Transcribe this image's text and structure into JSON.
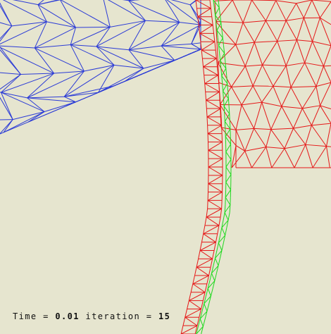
{
  "colors": {
    "background": "#e6e5cf",
    "mesh_blue": "#2b3bd6",
    "mesh_red": "#e51818",
    "mesh_green": "#1ed81e",
    "text": "#111111"
  },
  "status": {
    "time_label": "Time",
    "equals_1": "=",
    "time_value": "0.01",
    "iteration_label": "iteration",
    "equals_2": "=",
    "iteration_value": "15"
  }
}
